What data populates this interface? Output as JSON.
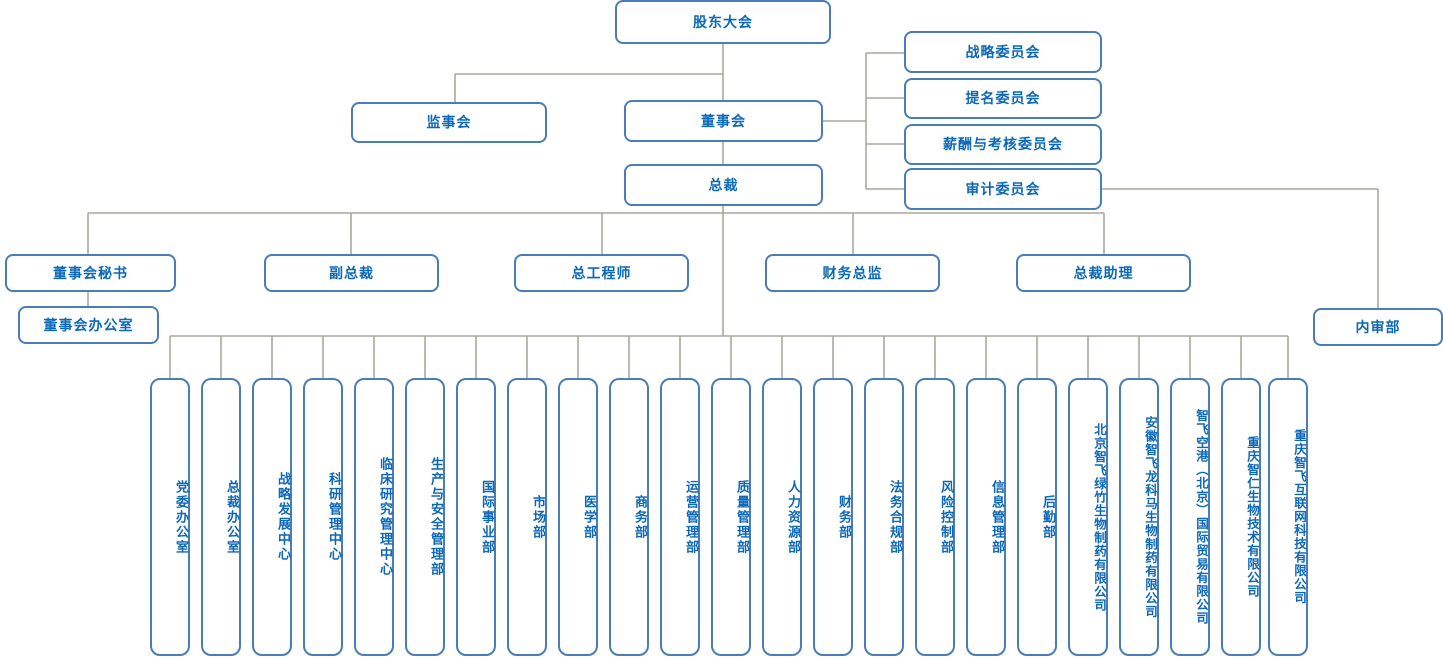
{
  "meta": {
    "kind": "organization-chart",
    "language": "zh-CN",
    "colors": {
      "box_border": "#4a7cb5",
      "box_text": "#0d68b8",
      "connector": "#a8a8a0",
      "background": "#ffffff"
    }
  },
  "governance": {
    "shareholders_meeting": "股东大会",
    "supervisory_board": "监事会",
    "board_of_directors": "董事会",
    "president": "总裁"
  },
  "committees": [
    {
      "label": "战略委员会"
    },
    {
      "label": "提名委员会"
    },
    {
      "label": "薪酬与考核委员会"
    },
    {
      "label": "审计委员会"
    }
  ],
  "internal_audit": "内审部",
  "board_secretary": {
    "label": "董事会秘书",
    "office": "董事会办公室"
  },
  "executives": [
    {
      "label": "副总裁"
    },
    {
      "label": "总工程师"
    },
    {
      "label": "财务总监"
    },
    {
      "label": "总裁助理"
    }
  ],
  "departments": [
    {
      "label": "党委办公室"
    },
    {
      "label": "总裁办公室"
    },
    {
      "label": "战略发展中心"
    },
    {
      "label": "科研管理中心"
    },
    {
      "label": "临床研究管理中心"
    },
    {
      "label": "生产与安全管理部"
    },
    {
      "label": "国际事业部"
    },
    {
      "label": "市场部"
    },
    {
      "label": "医学部"
    },
    {
      "label": "商务部"
    },
    {
      "label": "运营管理部"
    },
    {
      "label": "质量管理部"
    },
    {
      "label": "人力资源部"
    },
    {
      "label": "财务部"
    },
    {
      "label": "法务合规部"
    },
    {
      "label": "风险控制部"
    },
    {
      "label": "信息管理部"
    },
    {
      "label": "后勤部"
    },
    {
      "label": "北京智飞绿竹生物制药有限公司"
    },
    {
      "label": "安徽智飞龙科马生物制药有限公司"
    },
    {
      "label": "智飞空港（北京）国际贸易有限公司"
    },
    {
      "label": "重庆智仁生物技术有限公司"
    },
    {
      "label": "重庆智飞互联网科技有限公司"
    }
  ]
}
